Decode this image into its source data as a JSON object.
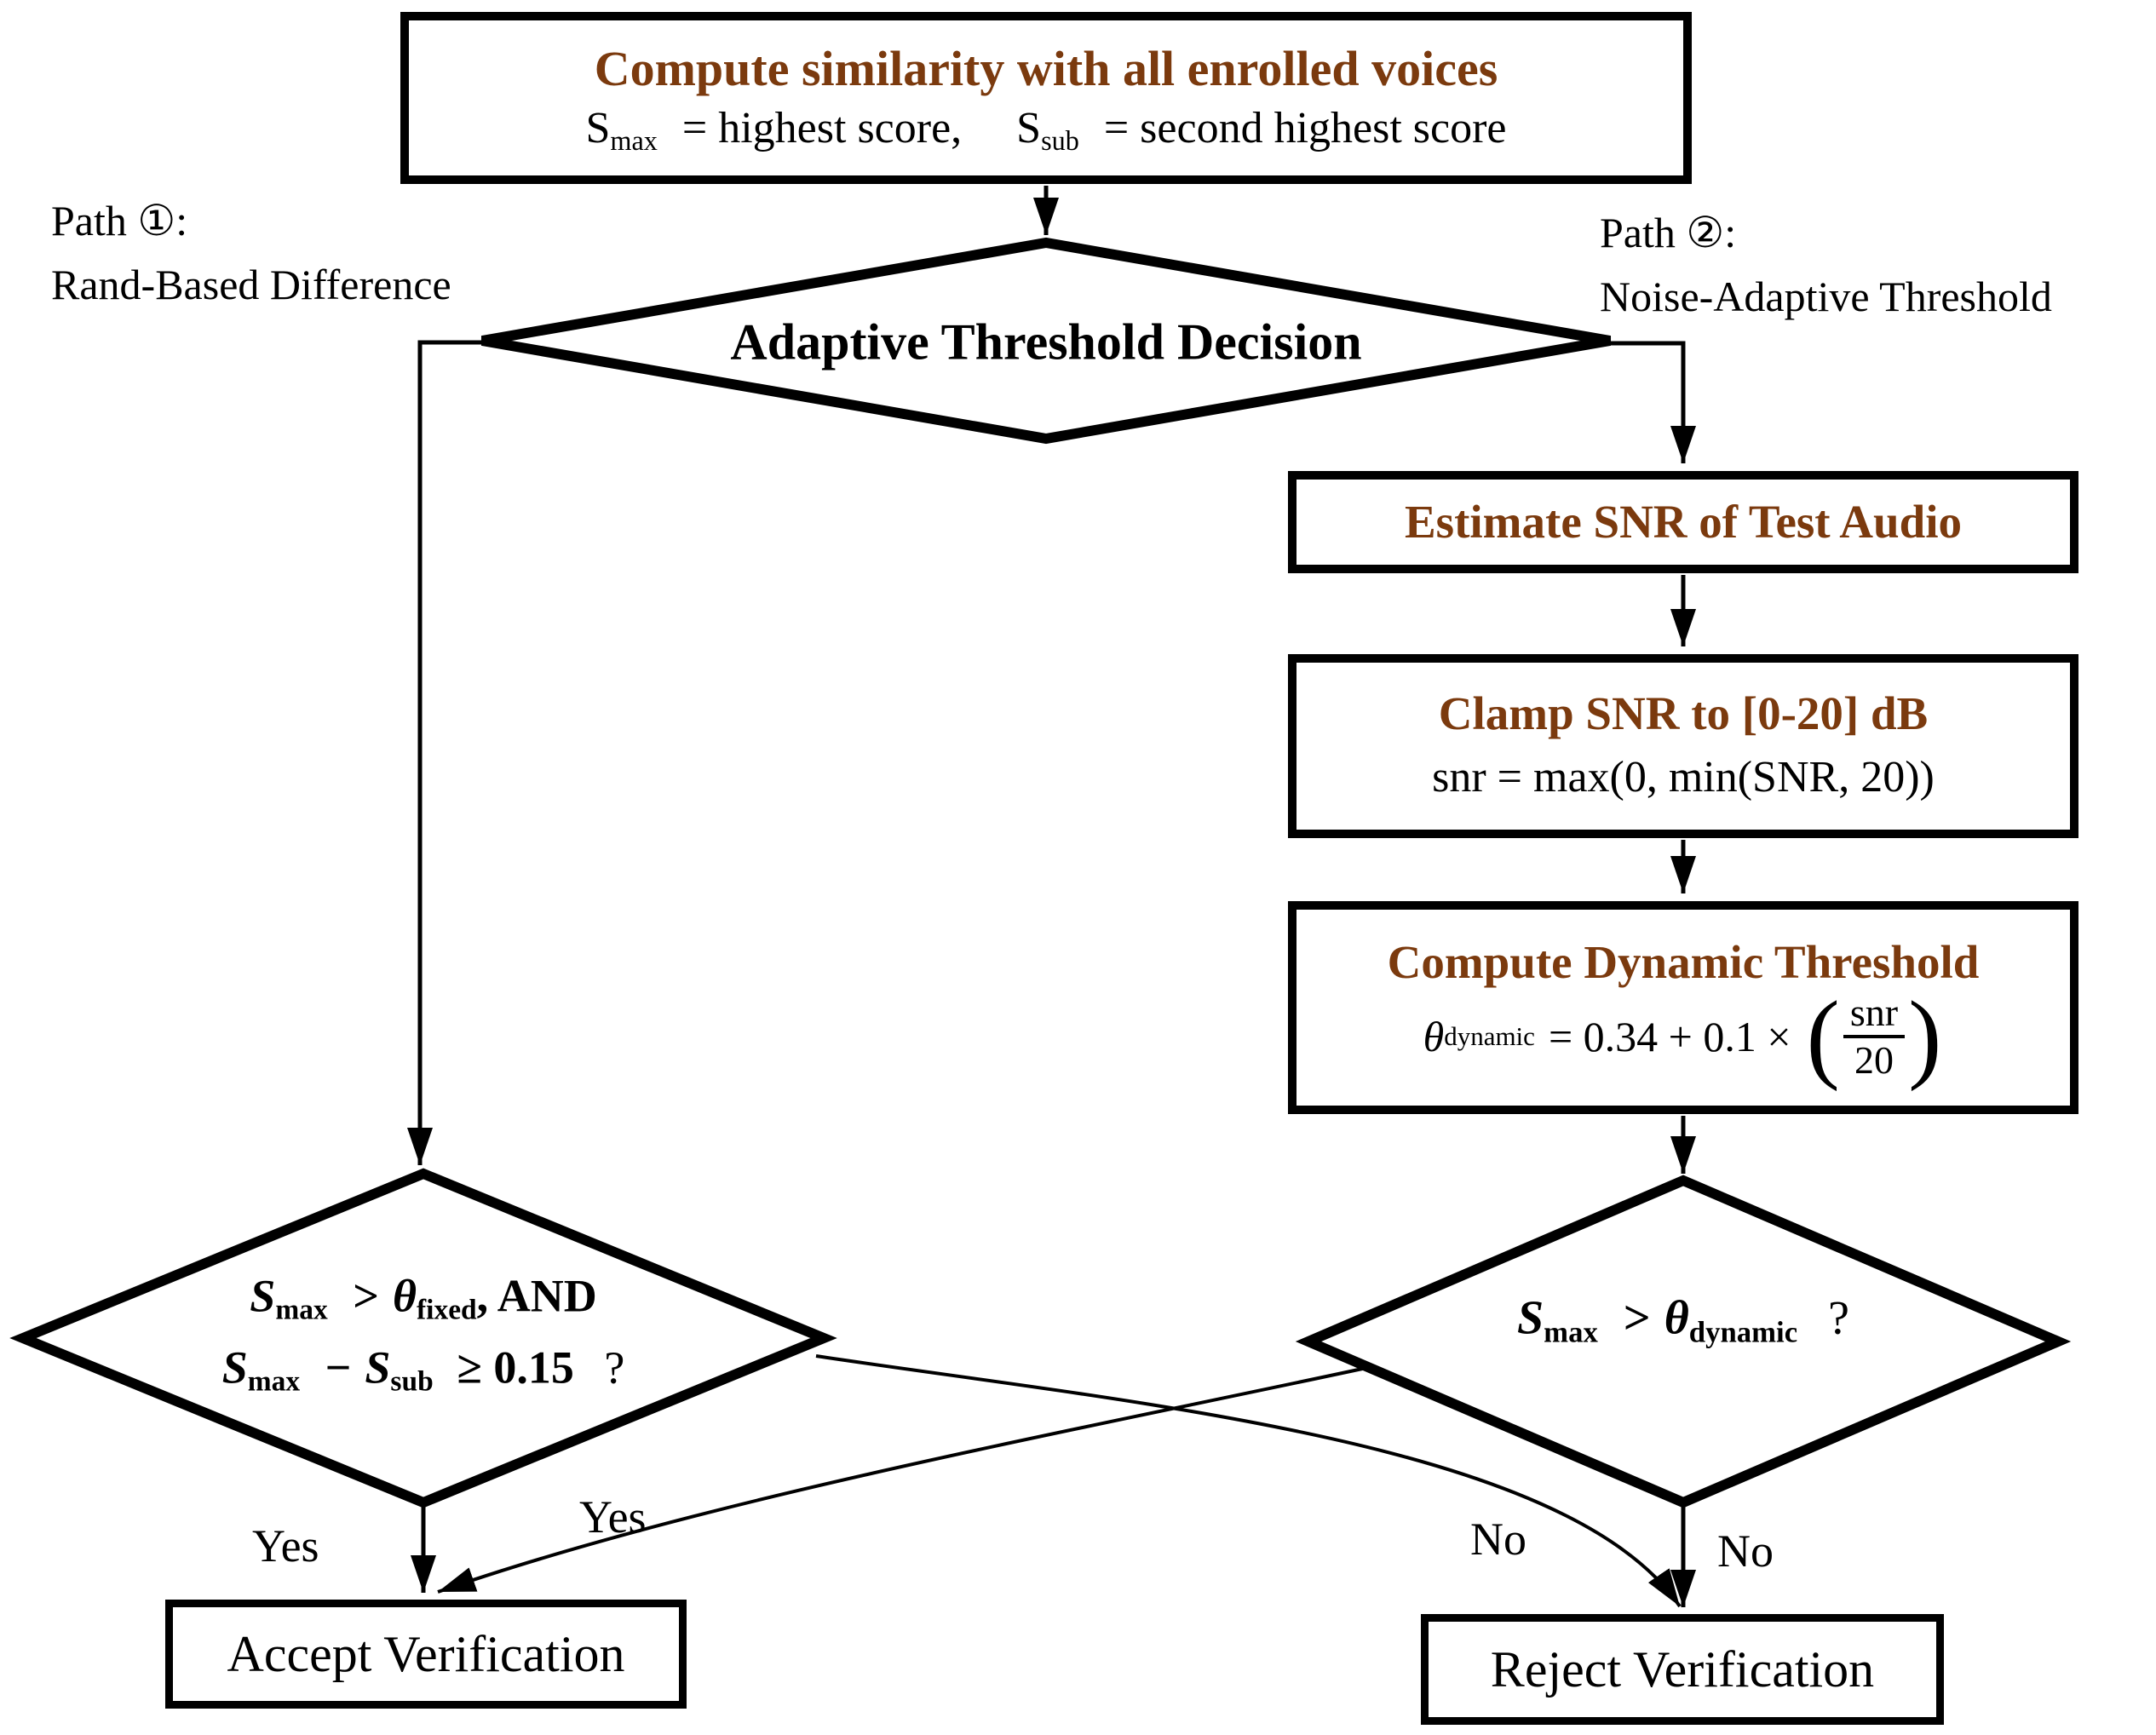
{
  "colors": {
    "accent_brown": "#7B3A0E",
    "line_black": "#000000",
    "background": "#ffffff"
  },
  "nodes": {
    "compute_similarity": {
      "title": "Compute similarity with all enrolled voices",
      "f_s1": "S",
      "f_s1sub": "max",
      "f_mid1": "= highest score,",
      "f_s2": "S",
      "f_s2sub": "sub",
      "f_mid2": "= second highest score"
    },
    "adaptive_decision": {
      "label": "Adaptive Threshold Decision"
    },
    "estimate_snr": {
      "title": "Estimate SNR of Test Audio"
    },
    "clamp_snr": {
      "title": "Clamp SNR to [0-20] dB",
      "formula": "snr = max(0, min(SNR, 20))"
    },
    "dynamic_threshold": {
      "title": "Compute Dynamic Threshold",
      "f_theta": "θ",
      "f_thetasub": "dynamic",
      "f_mid": "= 0.34 + 0.1 ×",
      "f_lparen": "(",
      "f_num": "snr",
      "f_den": "20",
      "f_rparen": ")"
    },
    "fixed_check": {
      "l1_s": "S",
      "l1_ssub": "max",
      "l1_gt": ">",
      "l1_theta": "θ",
      "l1_thetasub": "fixed",
      "l1_tail": ", AND",
      "l2_s1": "S",
      "l2_s1sub": "max",
      "l2_minus": "−",
      "l2_s2": "S",
      "l2_s2sub": "sub",
      "l2_tail": "≥ 0.15",
      "l2_q": "?"
    },
    "dynamic_check": {
      "s": "S",
      "ssub": "max",
      "gt": ">",
      "theta": "θ",
      "thetasub": "dynamic",
      "q": "?"
    },
    "accept": {
      "label": "Accept Verification"
    },
    "reject": {
      "label": "Reject Verification"
    }
  },
  "path_labels": {
    "path1_title": "Path ①:",
    "path1_subtitle": "Rand-Based Difference",
    "path2_title": "Path ②:",
    "path2_subtitle": "Noise-Adaptive Threshold"
  },
  "edge_labels": {
    "yes_left": "Yes",
    "yes_curve": "Yes",
    "no_curve": "No",
    "no_right": "No"
  }
}
